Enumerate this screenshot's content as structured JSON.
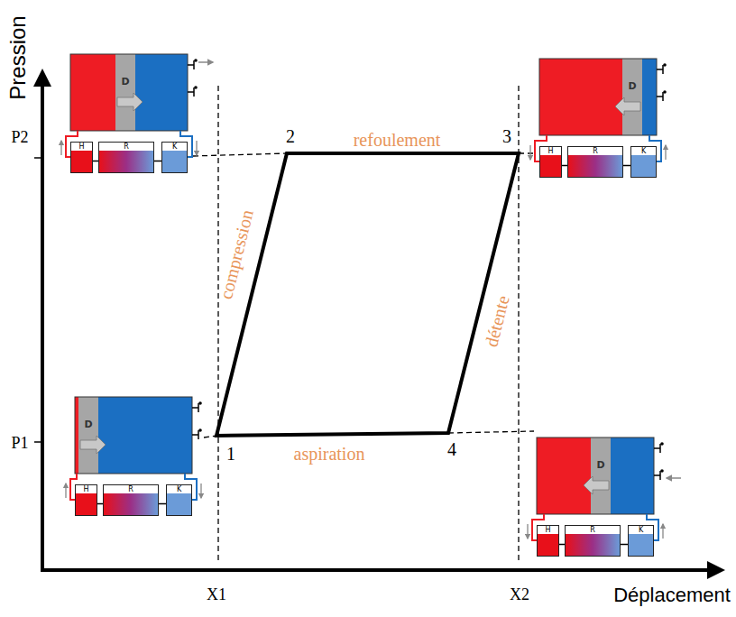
{
  "diagram": {
    "nodes": [
      {
        "text": [
          "D"
        ]
      },
      {
        "text": [
          "H"
        ]
      },
      {
        "text": [
          "R"
        ]
      },
      {
        "text": [
          "K"
        ]
      },
      {
        "text": [
          "D"
        ]
      },
      {
        "text": [
          "H"
        ]
      },
      {
        "text": [
          "R"
        ]
      },
      {
        "text": [
          "K"
        ]
      },
      {
        "text": [
          "D"
        ]
      },
      {
        "text": [
          "H"
        ]
      },
      {
        "text": [
          "R"
        ]
      },
      {
        "text": [
          "K"
        ]
      },
      {
        "text": [
          "D"
        ]
      },
      {
        "text": [
          "H"
        ]
      },
      {
        "text": [
          "R"
        ]
      },
      {
        "text": [
          "K"
        ]
      }
    ],
    "edges": [
      {
        "from": 1,
        "to": 2,
        "arrow": "none"
      },
      {
        "from": 2,
        "to": 3,
        "arrow": "none"
      },
      {
        "from": 5,
        "to": 6,
        "arrow": "none"
      },
      {
        "from": 6,
        "to": 7,
        "arrow": "none"
      },
      {
        "from": 9,
        "to": 10,
        "arrow": "none"
      },
      {
        "from": 10,
        "to": 11,
        "arrow": "none"
      },
      {
        "from": 13,
        "to": 14,
        "arrow": "none"
      },
      {
        "from": 14,
        "to": 15,
        "arrow": "none"
      }
    ],
    "labels": [
      "Pression",
      "Déplacement",
      "P2",
      "P1",
      "X1",
      "X2",
      "1",
      "2",
      "3",
      "4",
      "compression",
      "refoulement",
      "détente",
      "aspiration"
    ]
  }
}
